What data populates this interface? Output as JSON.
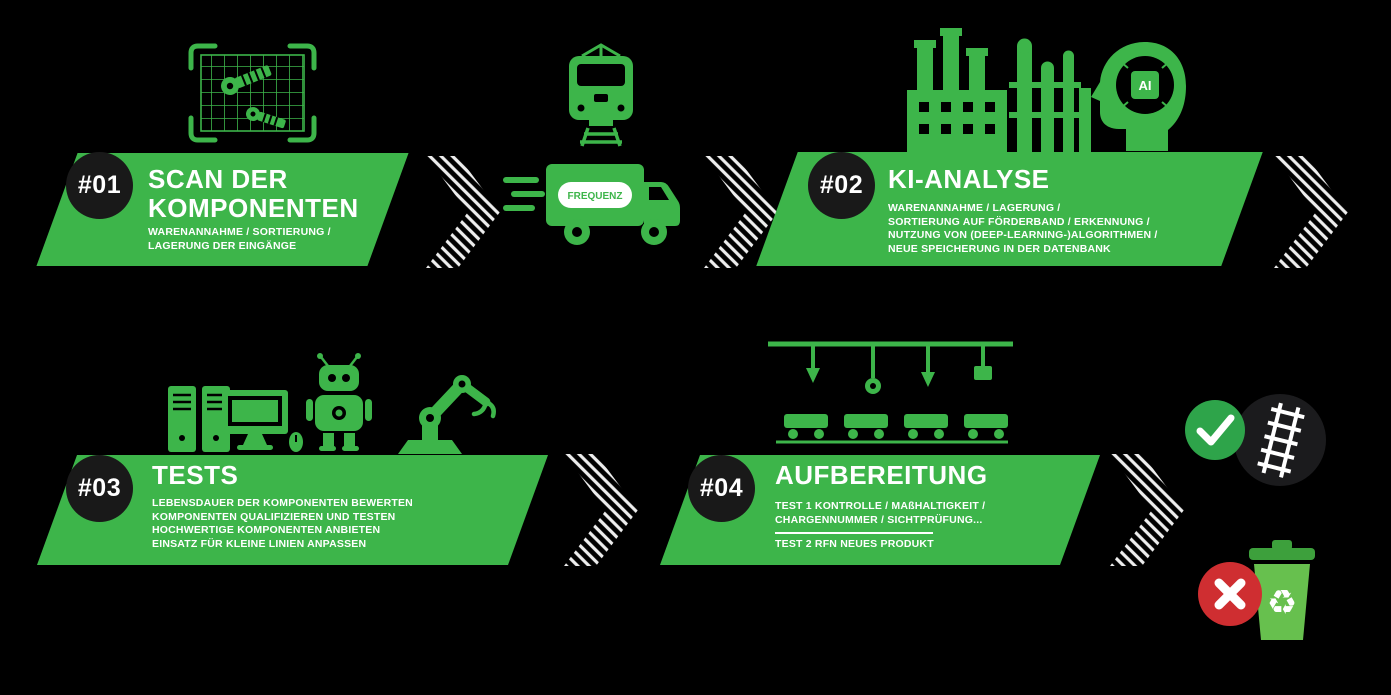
{
  "palette": {
    "green": "#3db54a",
    "circle_dark": "#191919",
    "text_on_green": "#ffffff",
    "chevron_stripe": "#ededed",
    "red": "#cf2e31",
    "bin_body": "#67c04e",
    "bin_lid": "#3da03c",
    "background": "#000000"
  },
  "steps": [
    {
      "number": "#01",
      "title_lines": [
        "SCAN DER",
        "KOMPONENTEN"
      ],
      "subtitle_lines": [
        "WARENANNAHME / SORTIERUNG /",
        "LAGERUNG DER EINGÄNGE"
      ]
    },
    {
      "number": "#02",
      "title_lines": [
        "KI-ANALYSE"
      ],
      "subtitle_lines": [
        "WARENANNAHME / LAGERUNG /",
        "SORTIERUNG AUF FÖRDERBAND / ERKENNUNG /",
        "NUTZUNG VON (DEEP-LEARNING-)ALGORITHMEN /",
        "NEUE SPEICHERUNG IN DER DATENBANK"
      ]
    },
    {
      "number": "#03",
      "title_lines": [
        "TESTS"
      ],
      "subtitle_lines": [
        "LEBENSDAUER DER KOMPONENTEN BEWERTEN",
        "KOMPONENTEN QUALIFIZIEREN UND TESTEN",
        "HOCHWERTIGE KOMPONENTEN ANBIETEN",
        "EINSATZ FÜR KLEINE LINIEN ANPASSEN"
      ]
    },
    {
      "number": "#04",
      "title_lines": [
        "AUFBEREITUNG"
      ],
      "subtitle_lines": [
        "TEST 1 KONTROLLE / MAßHALTIGKEIT /",
        "CHARGENNUMMER / SICHTPRÜFUNG..."
      ],
      "test2_line": "TEST 2 RFN NEUES PRODUKT"
    }
  ],
  "transport": {
    "truck_label": "FREQUENZ"
  },
  "icons": {
    "ai_chip_label": "AI",
    "recycle_glyph": "♻"
  }
}
